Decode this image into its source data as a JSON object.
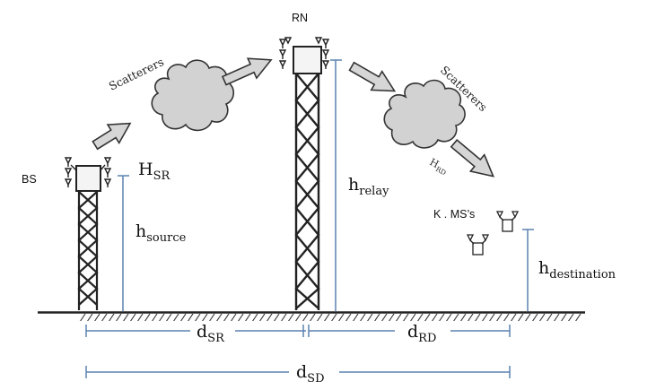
{
  "nodes": {
    "bs": "BS",
    "rn": "RN",
    "ms": "K . MS’s"
  },
  "scatterers": {
    "left": "Scatterers",
    "right": "Scatterers"
  },
  "channels": {
    "h_sr_main": "H",
    "h_sr_sub": "SR",
    "h_rd_main": "H",
    "h_rd_sub": "RD"
  },
  "heights": {
    "source_main": "h",
    "source_sub": "source",
    "relay_main": "h",
    "relay_sub": "relay",
    "dest_main": "h",
    "dest_sub": "destination"
  },
  "distances": {
    "sr_main": "d",
    "sr_sub": "SR",
    "rd_main": "d",
    "rd_sub": "RD",
    "sd_main": "d",
    "sd_sub": "SD"
  },
  "colors": {
    "dimension_line": "#5b82b0",
    "cloud_fill": "#d2d2d2",
    "arrow_fill": "#d6d6d6",
    "stroke": "#222222"
  },
  "icons": [
    "bs-tower-icon",
    "relay-tower-icon",
    "cloud-icon",
    "arrow-icon",
    "mobile-station-icon",
    "ground-icon"
  ]
}
